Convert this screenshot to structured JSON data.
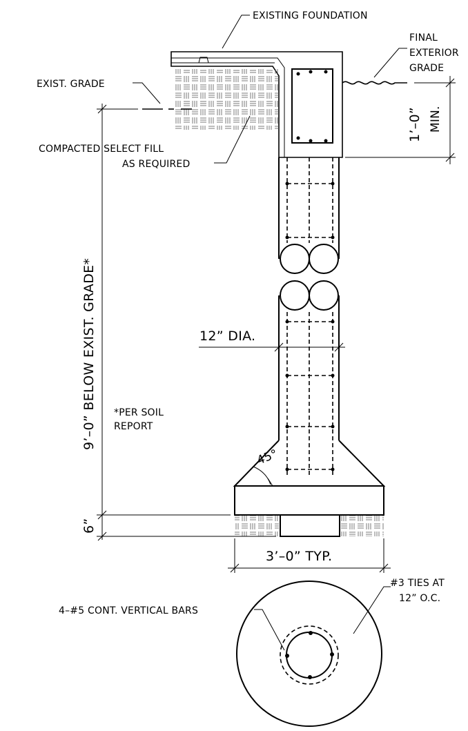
{
  "labels": {
    "existing_foundation": "EXISTING FOUNDATION",
    "final_exterior_grade_1": "FINAL",
    "final_exterior_grade_2": "EXTERIOR",
    "final_exterior_grade_3": "GRADE",
    "exist_grade": "EXIST. GRADE",
    "compacted_fill_1": "COMPACTED SELECT FILL",
    "compacted_fill_2": "AS REQUIRED",
    "min_depth_1": "1’–0”",
    "min_depth_2": "MIN.",
    "depth_below_grade": "9’–0” BELOW EXIST. GRADE*",
    "diameter": "12” DIA.",
    "soil_report_1": "*PER SOIL",
    "soil_report_2": "REPORT",
    "angle": "45°",
    "base_depth": "6”",
    "footing_width": "3’–0” TYP.",
    "vertical_bars": "4–#5 CONT. VERTICAL BARS",
    "ties_1": "#3 TIES AT",
    "ties_2": "12” O.C."
  }
}
